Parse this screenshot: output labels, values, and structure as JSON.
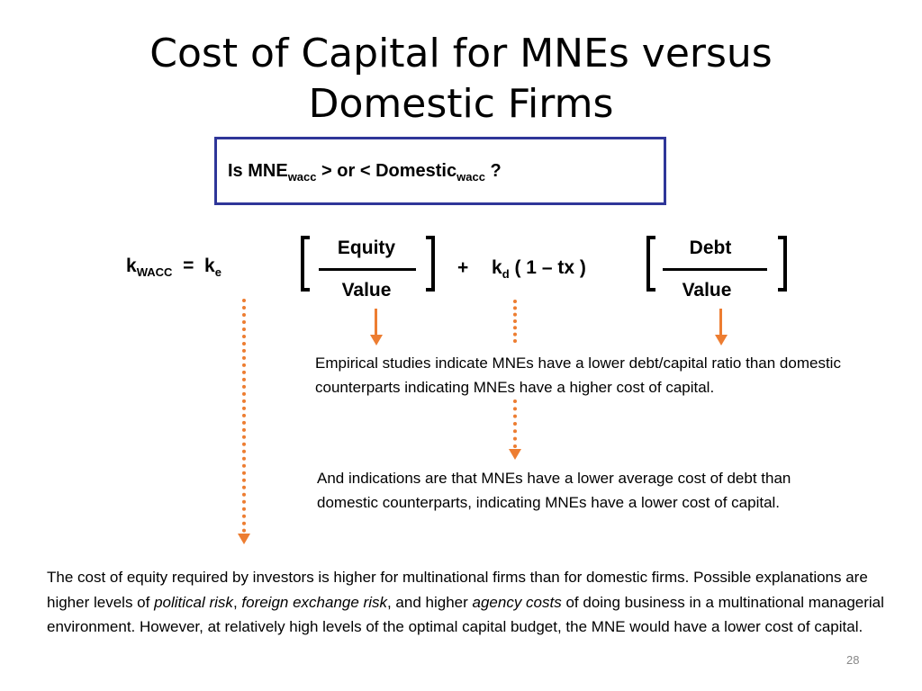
{
  "title": {
    "line1": "Cost of Capital for MNEs versus",
    "line2": "Domestic Firms"
  },
  "question": {
    "prefix": "Is MNE",
    "sub1": "wacc",
    "middle": " > or < Domestic",
    "sub2": "wacc",
    "suffix": " ?"
  },
  "equation": {
    "k": "k",
    "k_sub": "WACC",
    "equals": "=",
    "ke": "k",
    "ke_sub": "e",
    "equity_label": "Equity",
    "value_label_1": "Value",
    "plus": "+",
    "kd": "k",
    "kd_sub": "d",
    "tax_term": "( 1 – tx )",
    "debt_label": "Debt",
    "value_label_2": "Value"
  },
  "notes": {
    "debt_ratio": "Empirical studies indicate MNEs have a lower debt/capital ratio than domestic counterparts indicating MNEs have a higher cost of capital.",
    "debt_cost": "And indications are that MNEs have a lower average cost of debt than domestic counterparts, indicating MNEs have a lower cost of capital."
  },
  "bottom_note": {
    "part1": "The cost of equity required by investors is higher for multinational firms than for domestic firms. Possible explanations are higher levels of ",
    "italic1": "political risk",
    "comma": ", ",
    "italic2": "foreign exchange risk",
    "part2": ", and higher ",
    "italic3": "agency costs",
    "part3": " of doing business in a multinational managerial environment. However, at relatively high levels of the optimal capital budget, the MNE would have a lower cost of capital."
  },
  "page_number": "28",
  "colors": {
    "box_border": "#2f3699",
    "arrow": "#ed7d31"
  }
}
